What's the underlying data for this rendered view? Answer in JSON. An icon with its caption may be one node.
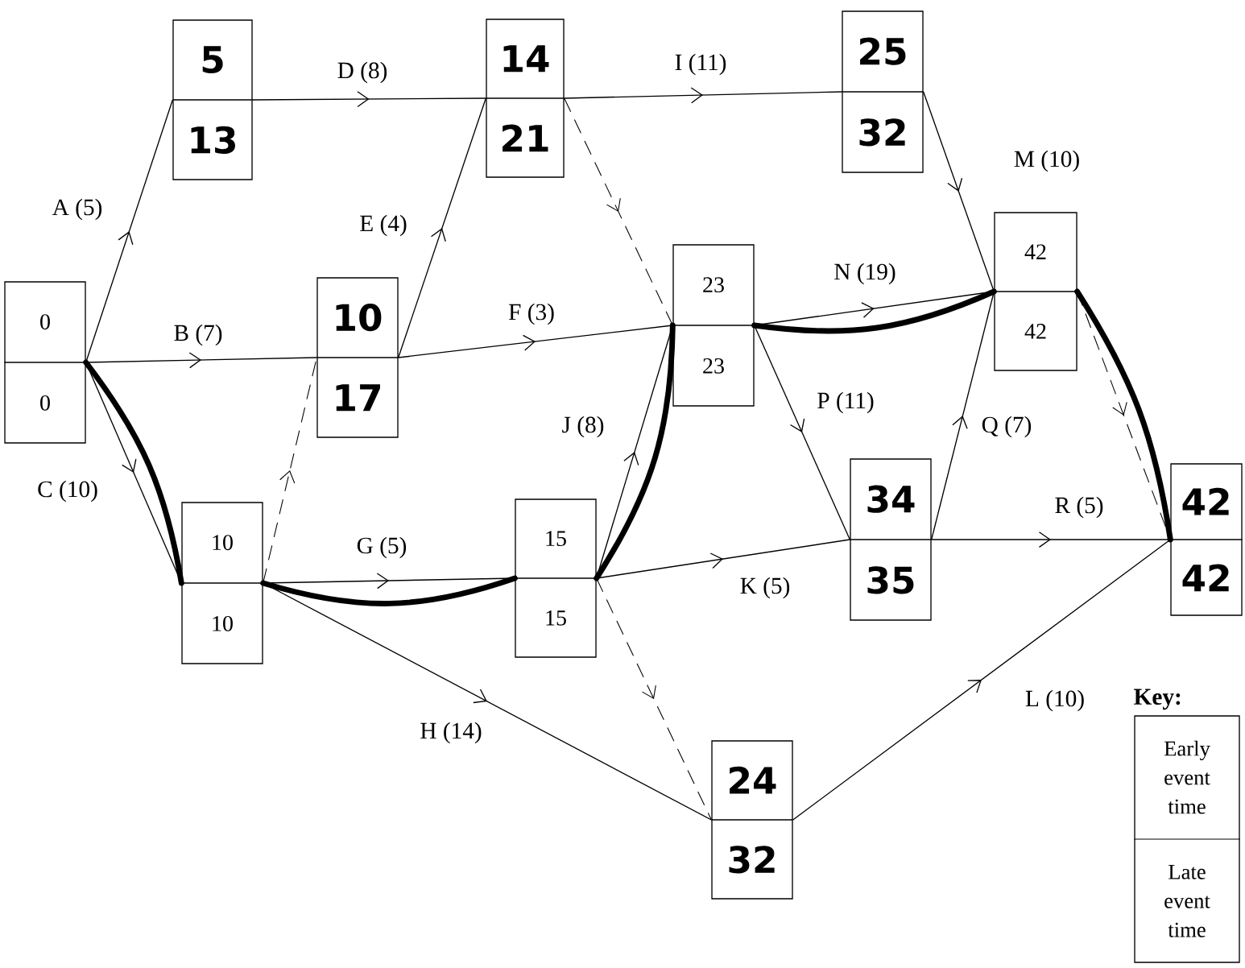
{
  "diagram": {
    "nodes": [
      {
        "text": [
          "0",
          "0"
        ]
      },
      {
        "text": [
          "5",
          "13"
        ]
      },
      {
        "text": [
          "10",
          "17"
        ]
      },
      {
        "text": [
          "10",
          "10"
        ]
      },
      {
        "text": [
          "14",
          "21"
        ]
      },
      {
        "text": [
          "15",
          "15"
        ]
      },
      {
        "text": [
          "23",
          "23"
        ]
      },
      {
        "text": [
          "25",
          "32"
        ]
      },
      {
        "text": [
          "42",
          "42"
        ]
      },
      {
        "text": [
          "34",
          "35"
        ]
      },
      {
        "text": [
          "24",
          "32"
        ]
      },
      {
        "text": [
          "42",
          "42"
        ]
      },
      {
        "text": [
          "Key:",
          "Early event time",
          "Late event time"
        ]
      }
    ],
    "edges": [
      {
        "from": 0,
        "to": 1,
        "arrow": "to",
        "label": "A (5)"
      },
      {
        "from": 0,
        "to": 2,
        "arrow": "to",
        "label": "B (7)"
      },
      {
        "from": 0,
        "to": 3,
        "arrow": "to",
        "label": "C (10)"
      },
      {
        "from": 1,
        "to": 4,
        "arrow": "to",
        "label": "D (8)"
      },
      {
        "from": 2,
        "to": 4,
        "arrow": "to",
        "label": "E (4)"
      },
      {
        "from": 2,
        "to": 6,
        "arrow": "to",
        "label": "F (3)"
      },
      {
        "from": 3,
        "to": 5,
        "arrow": "to",
        "label": "G (5)"
      },
      {
        "from": 3,
        "to": 10,
        "arrow": "to",
        "label": "H (14)"
      },
      {
        "from": 3,
        "to": 2,
        "arrow": "to",
        "style": "dashed"
      },
      {
        "from": 4,
        "to": 7,
        "arrow": "to",
        "label": "I (11)"
      },
      {
        "from": 4,
        "to": 6,
        "arrow": "to",
        "style": "dashed"
      },
      {
        "from": 5,
        "to": 6,
        "arrow": "to",
        "label": "J (8)"
      },
      {
        "from": 5,
        "to": 9,
        "arrow": "to",
        "label": "K (5)"
      },
      {
        "from": 5,
        "to": 10,
        "arrow": "to",
        "style": "dashed"
      },
      {
        "from": 7,
        "to": 8,
        "arrow": "to",
        "label": "M (10)"
      },
      {
        "from": 6,
        "to": 8,
        "arrow": "to",
        "label": "N (19)"
      },
      {
        "from": 6,
        "to": 9,
        "arrow": "to",
        "label": "P (11)"
      },
      {
        "from": 9,
        "to": 8,
        "arrow": "to",
        "label": "Q (7)"
      },
      {
        "from": 9,
        "to": 11,
        "arrow": "to",
        "label": "R (5)"
      },
      {
        "from": 10,
        "to": 11,
        "arrow": "to",
        "label": "L (10)"
      },
      {
        "from": 8,
        "to": 11,
        "arrow": "to",
        "style": "dashed"
      },
      {
        "from": 0,
        "to": 3,
        "arrow": "none",
        "style": "thick"
      },
      {
        "from": 3,
        "to": 5,
        "arrow": "none",
        "style": "thick"
      },
      {
        "from": 5,
        "to": 6,
        "arrow": "none",
        "style": "thick"
      },
      {
        "from": 6,
        "to": 8,
        "arrow": "none",
        "style": "thick"
      },
      {
        "from": 8,
        "to": 11,
        "arrow": "none",
        "style": "thick"
      }
    ]
  }
}
